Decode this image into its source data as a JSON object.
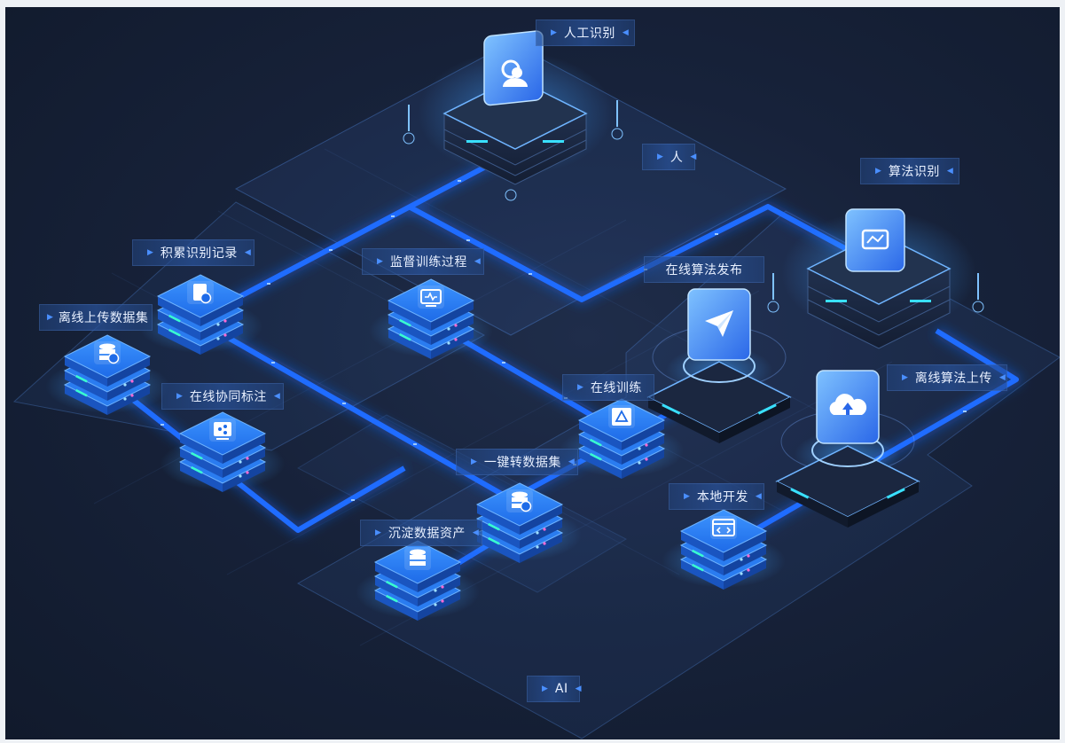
{
  "labels": {
    "manual_recognition": "人工识别",
    "human": "人",
    "algorithm_recognition": "算法识别",
    "accumulate_records": "积累识别记录",
    "supervise_training": "监督训练过程",
    "online_algorithm_release": "在线算法发布",
    "offline_upload_dataset": "离线上传数据集",
    "online_collab_annotation": "在线协同标注",
    "online_training": "在线训练",
    "offline_algorithm_upload": "离线算法上传",
    "one_click_dataset": "一键转数据集",
    "local_development": "本地开发",
    "data_assets": "沉淀数据资产",
    "ai": "AI"
  },
  "icons": {
    "manual_recognition": "people-icon",
    "algorithm_recognition": "curve-icon",
    "accumulate_records": "record-clock-icon",
    "supervise_training": "monitor-pulse-icon",
    "online_algorithm_release": "paper-plane-icon",
    "offline_upload_dataset": "database-upload-icon",
    "online_collab_annotation": "share-icon",
    "online_training": "cycle-icon",
    "offline_algorithm_upload": "cloud-upload-icon",
    "one_click_dataset": "database-convert-icon",
    "local_development": "code-window-icon",
    "data_assets": "database-icon"
  },
  "colors": {
    "background": "#17223a",
    "flow": "#1e6bff",
    "glow": "#3fa0ff",
    "tile": "#2a7cf0",
    "label_text": "#e8f0ff",
    "accent_cyan": "#39e0ff"
  }
}
